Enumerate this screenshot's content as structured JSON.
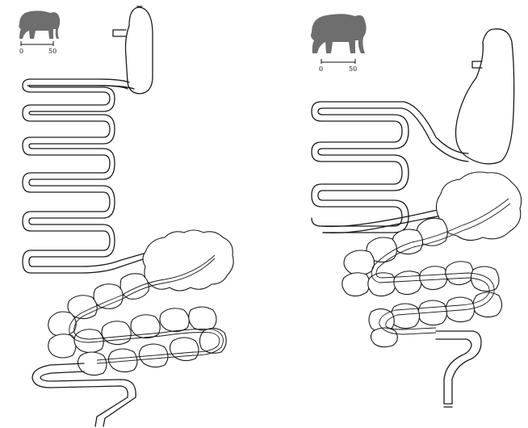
{
  "figure": {
    "left_panel": {
      "scale_bar": {
        "start_label": "0",
        "end_label": "50"
      },
      "silhouette": "elephant-icon"
    },
    "right_panel": {
      "scale_bar": {
        "start_label": "0",
        "end_label": "50"
      },
      "silhouette": "elephant-icon"
    }
  },
  "colors": {
    "outline": "#1a1a1a",
    "silhouette": "#6e6e6e",
    "background": "#ffffff"
  }
}
